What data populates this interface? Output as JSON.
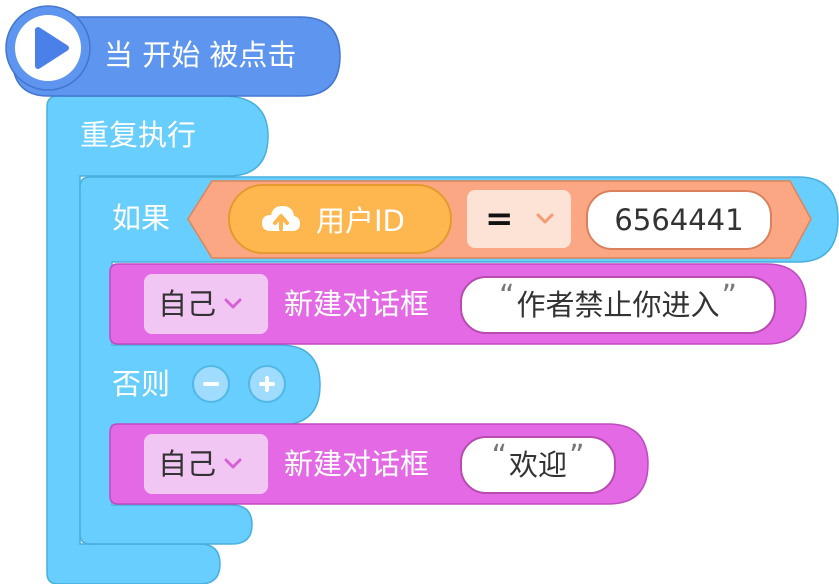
{
  "hat_block": {
    "label": "当 开始 被点击",
    "icon": "play-icon"
  },
  "loop_block": {
    "label": "重复执行"
  },
  "if_block": {
    "label": "如果",
    "else_label": "否则",
    "remove_branch_icon": "minus-icon",
    "add_branch_icon": "plus-icon"
  },
  "condition": {
    "variable_label": "用户ID",
    "variable_icon": "cloud-upload-icon",
    "operator": "=",
    "value": "6564441"
  },
  "then_action": {
    "target": "自己",
    "verb": "新建对话框",
    "text": "作者禁止你进入"
  },
  "else_action": {
    "target": "自己",
    "verb": "新建对话框",
    "text": "欢迎"
  },
  "quotes": {
    "open": "“",
    "close": "”"
  },
  "colors": {
    "hat": "#5e95ef",
    "loop": "#68cefd",
    "condition": "#fba783",
    "cloud_variable": "#feb64f",
    "action": "#e36ae4",
    "dropdown": "#f2c6f2"
  }
}
